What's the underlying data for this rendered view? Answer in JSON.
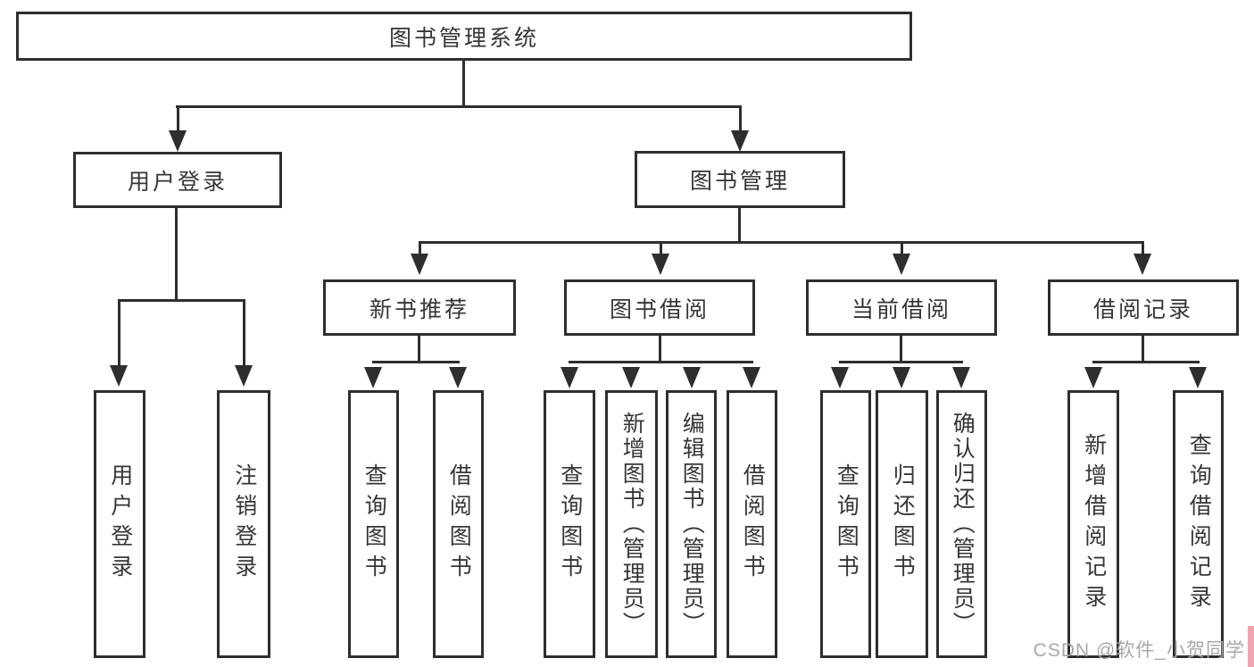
{
  "title": "图书管理系统",
  "level1": {
    "user_login": "用户登录",
    "book_management": "图书管理"
  },
  "level2": {
    "new_book_recommend": "新书推荐",
    "book_borrow": "图书借阅",
    "current_borrow": "当前借阅",
    "borrow_records": "借阅记录"
  },
  "leaves": {
    "user_login": "用户登录",
    "logout": "注销登录",
    "rec_query_books": "查询图书",
    "rec_borrow_books": "借阅图书",
    "bb_query_books": "查询图书",
    "bb_add_books": "新增图书（管理员）",
    "bb_edit_books": "编辑图书（管理员）",
    "bb_borrow_books": "借阅图书",
    "cb_query_books": "查询图书",
    "cb_return_books": "归还图书",
    "cb_confirm_return": "确认归还（管理员）",
    "br_add_record": "新增借阅记录",
    "br_query_record": "查询借阅记录"
  },
  "watermark": {
    "text": "CSDN @软件_小贺同学"
  },
  "colors": {
    "line": "#2e2e2e",
    "text": "#363636",
    "background": "#ffffff",
    "watermark_text": "#a8a8a8",
    "corner_strip": "#f2a3b0"
  }
}
